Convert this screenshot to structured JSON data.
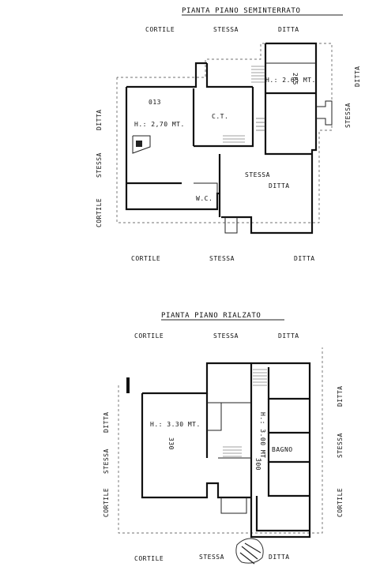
{
  "top_plan": {
    "title": "PIANTA PIANO SEMINTERRATO",
    "edge_labels": {
      "top_left": "CORTILE",
      "top_mid": "STESSA",
      "top_right": "DITTA",
      "right_a": "STESSA",
      "right_b": "DITTA",
      "left_a": "DITTA",
      "left_b": "STESSA",
      "left_c": "CORTILE",
      "bottom_left": "CORTILE",
      "bottom_mid": "STESSA",
      "bottom_right": "DITTA"
    },
    "rooms": {
      "left_room_code": "013",
      "left_room_height": "H.: 2,70 MT.",
      "ct_label": "C.T.",
      "top_right_code": "265",
      "top_right_height": "H.: 2.65 MT.",
      "center_label_a": "STESSA",
      "center_label_b": "DITTA",
      "wc_label": "W.C."
    }
  },
  "bottom_plan": {
    "title": "PIANTA PIANO RIALZATO",
    "edge_labels": {
      "top_left": "CORTILE",
      "top_mid": "STESSA",
      "top_right": "DITTA",
      "right_a": "DITTA",
      "right_b": "STESSA",
      "right_c": "CORTILE",
      "left_a": "DITTA",
      "left_b": "STESSA",
      "left_c": "CORTILE",
      "bottom_left": "CORTILE",
      "bottom_mid": "STESSA",
      "bottom_right": "DITTA"
    },
    "rooms": {
      "main_height": "H.: 3.30 MT.",
      "main_code": "330",
      "right_height": "H.: 3.00 MT.",
      "right_code": "300",
      "bath_label": "BAGNO"
    }
  }
}
